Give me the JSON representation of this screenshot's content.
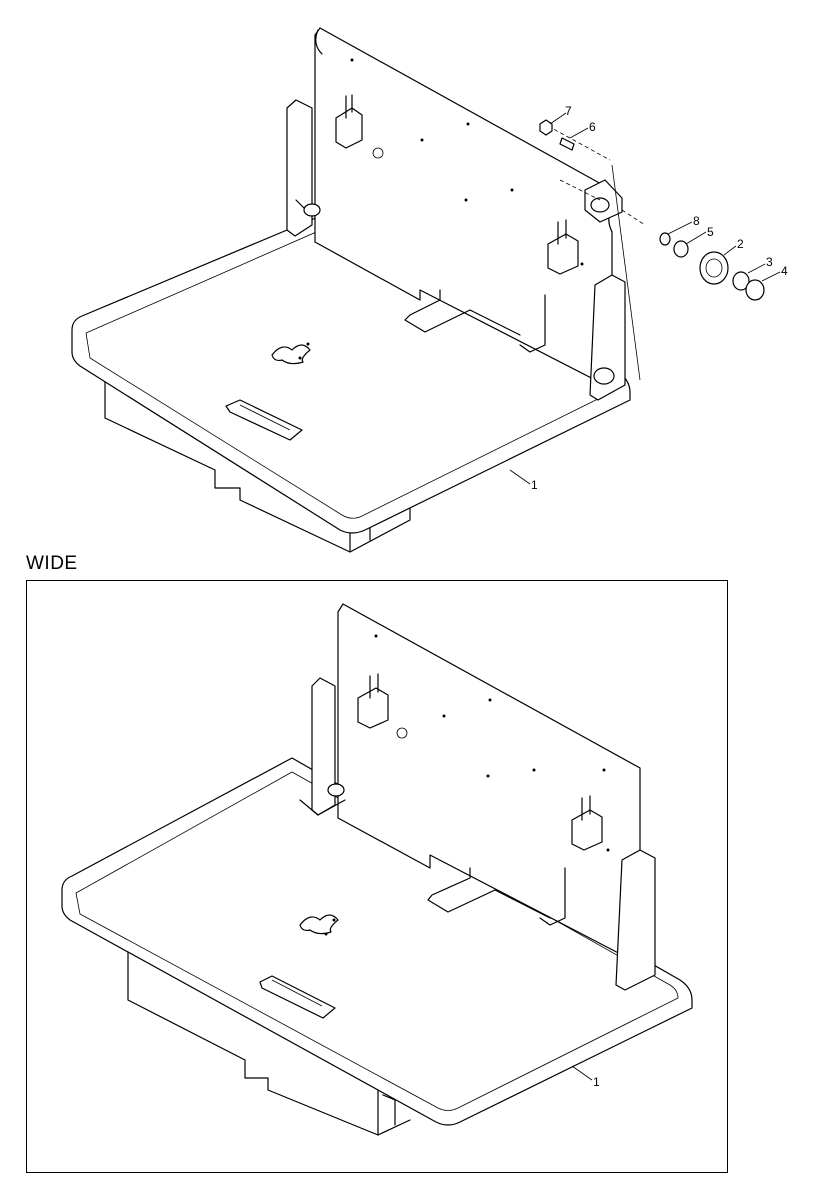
{
  "diagram": {
    "top_view": {
      "callouts": [
        {
          "id": "c1",
          "label": "1"
        },
        {
          "id": "c2",
          "label": "2"
        },
        {
          "id": "c3",
          "label": "3"
        },
        {
          "id": "c4",
          "label": "4"
        },
        {
          "id": "c5",
          "label": "5"
        },
        {
          "id": "c6",
          "label": "6"
        },
        {
          "id": "c7",
          "label": "7"
        },
        {
          "id": "c8",
          "label": "8"
        }
      ]
    },
    "wide_view": {
      "title": "WIDE",
      "callouts": [
        {
          "id": "w1",
          "label": "1"
        }
      ]
    }
  }
}
